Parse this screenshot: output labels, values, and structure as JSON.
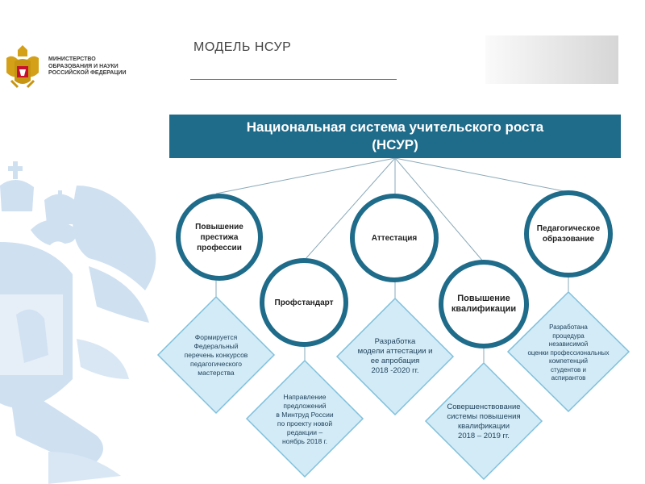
{
  "header": {
    "ministry_lines": [
      "МИНИСТЕРСТВО",
      "ОБРАЗОВАНИЯ И НАУКИ",
      "РОССИЙСКОЙ ФЕДЕРАЦИИ"
    ],
    "page_title": "МОДЕЛЬ НСУР",
    "emblem_icon": "russian-eagle-emblem-icon",
    "watermark_icon": "double-headed-eagle-watermark-icon"
  },
  "banner": {
    "line1": "Национальная система учительского роста",
    "line2": "(НСУР)"
  },
  "nodes": [
    {
      "lines": [
        "Повышение",
        "престижа",
        "профессии"
      ]
    },
    {
      "lines": [
        "Профстандарт"
      ]
    },
    {
      "lines": [
        "Аттестация"
      ]
    },
    {
      "lines": [
        "Повышение",
        "квалификации"
      ]
    },
    {
      "lines": [
        "Педагогическое",
        "образование"
      ]
    }
  ],
  "details": [
    {
      "lines": [
        "Формируется",
        "Федеральный",
        "перечень конкурсов",
        "педагогического",
        "мастерства"
      ]
    },
    {
      "lines": [
        "Направление",
        "предложений",
        "в Минтруд России",
        "по проекту новой",
        "редакции –",
        "ноябрь 2018 г."
      ]
    },
    {
      "lines": [
        "Разработка",
        "модели аттестации и",
        "ее апробация",
        "2018 -2020 гг."
      ]
    },
    {
      "lines": [
        "Совершенствование",
        "системы повышения",
        "квалификации",
        "2018 – 2019 гг."
      ]
    },
    {
      "lines": [
        "Разработана",
        "процедура",
        "независимой",
        "оценки профессиональных",
        "компетенций",
        "студентов и",
        "аспирантов"
      ]
    }
  ],
  "colors": {
    "primary": "#1f6b8a",
    "diamond_fill": "#d2ebf6",
    "diamond_stroke": "#7fc0dc",
    "watermark": "#c9dcef"
  }
}
